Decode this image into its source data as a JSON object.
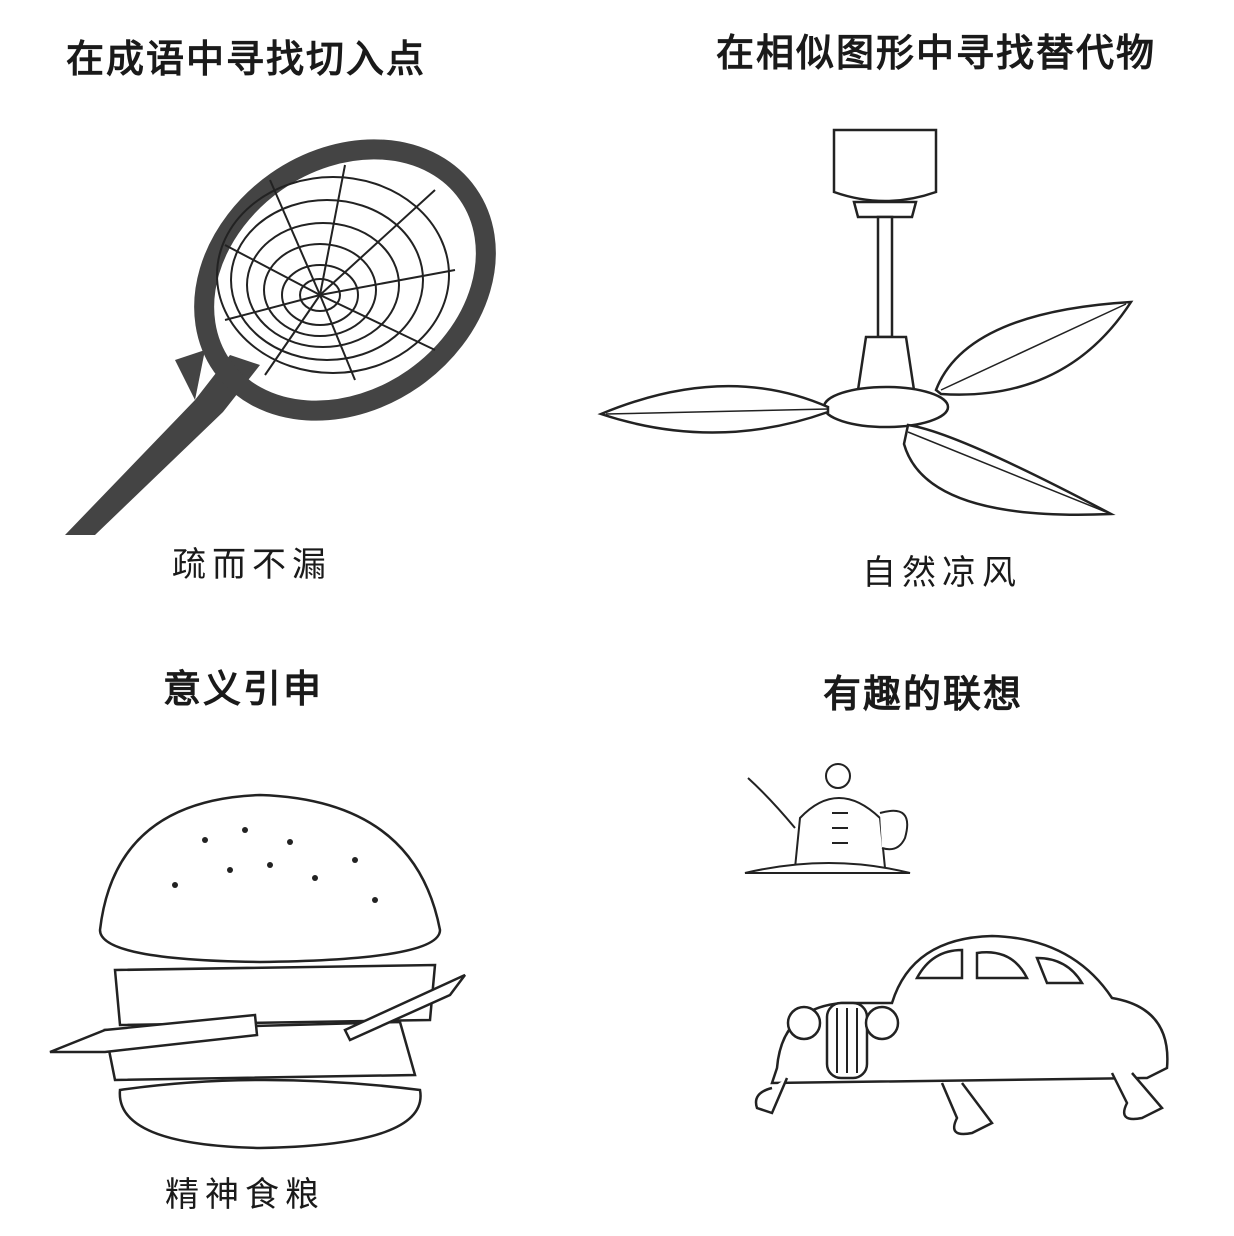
{
  "panels": [
    {
      "heading": "在成语中寻找切入点",
      "caption": "疏而不漏",
      "illustration": "tennis-racket-with-spiderweb"
    },
    {
      "heading": "在相似图形中寻找替代物",
      "caption": "自然凉风",
      "illustration": "ceiling-fan-with-leaf-blades"
    },
    {
      "heading": "意义引申",
      "caption": "精神食粮",
      "illustration": "hamburger-made-of-books"
    },
    {
      "heading": "有趣的联想",
      "caption": "",
      "illustration": "teapot-lady-and-walking-car"
    }
  ]
}
